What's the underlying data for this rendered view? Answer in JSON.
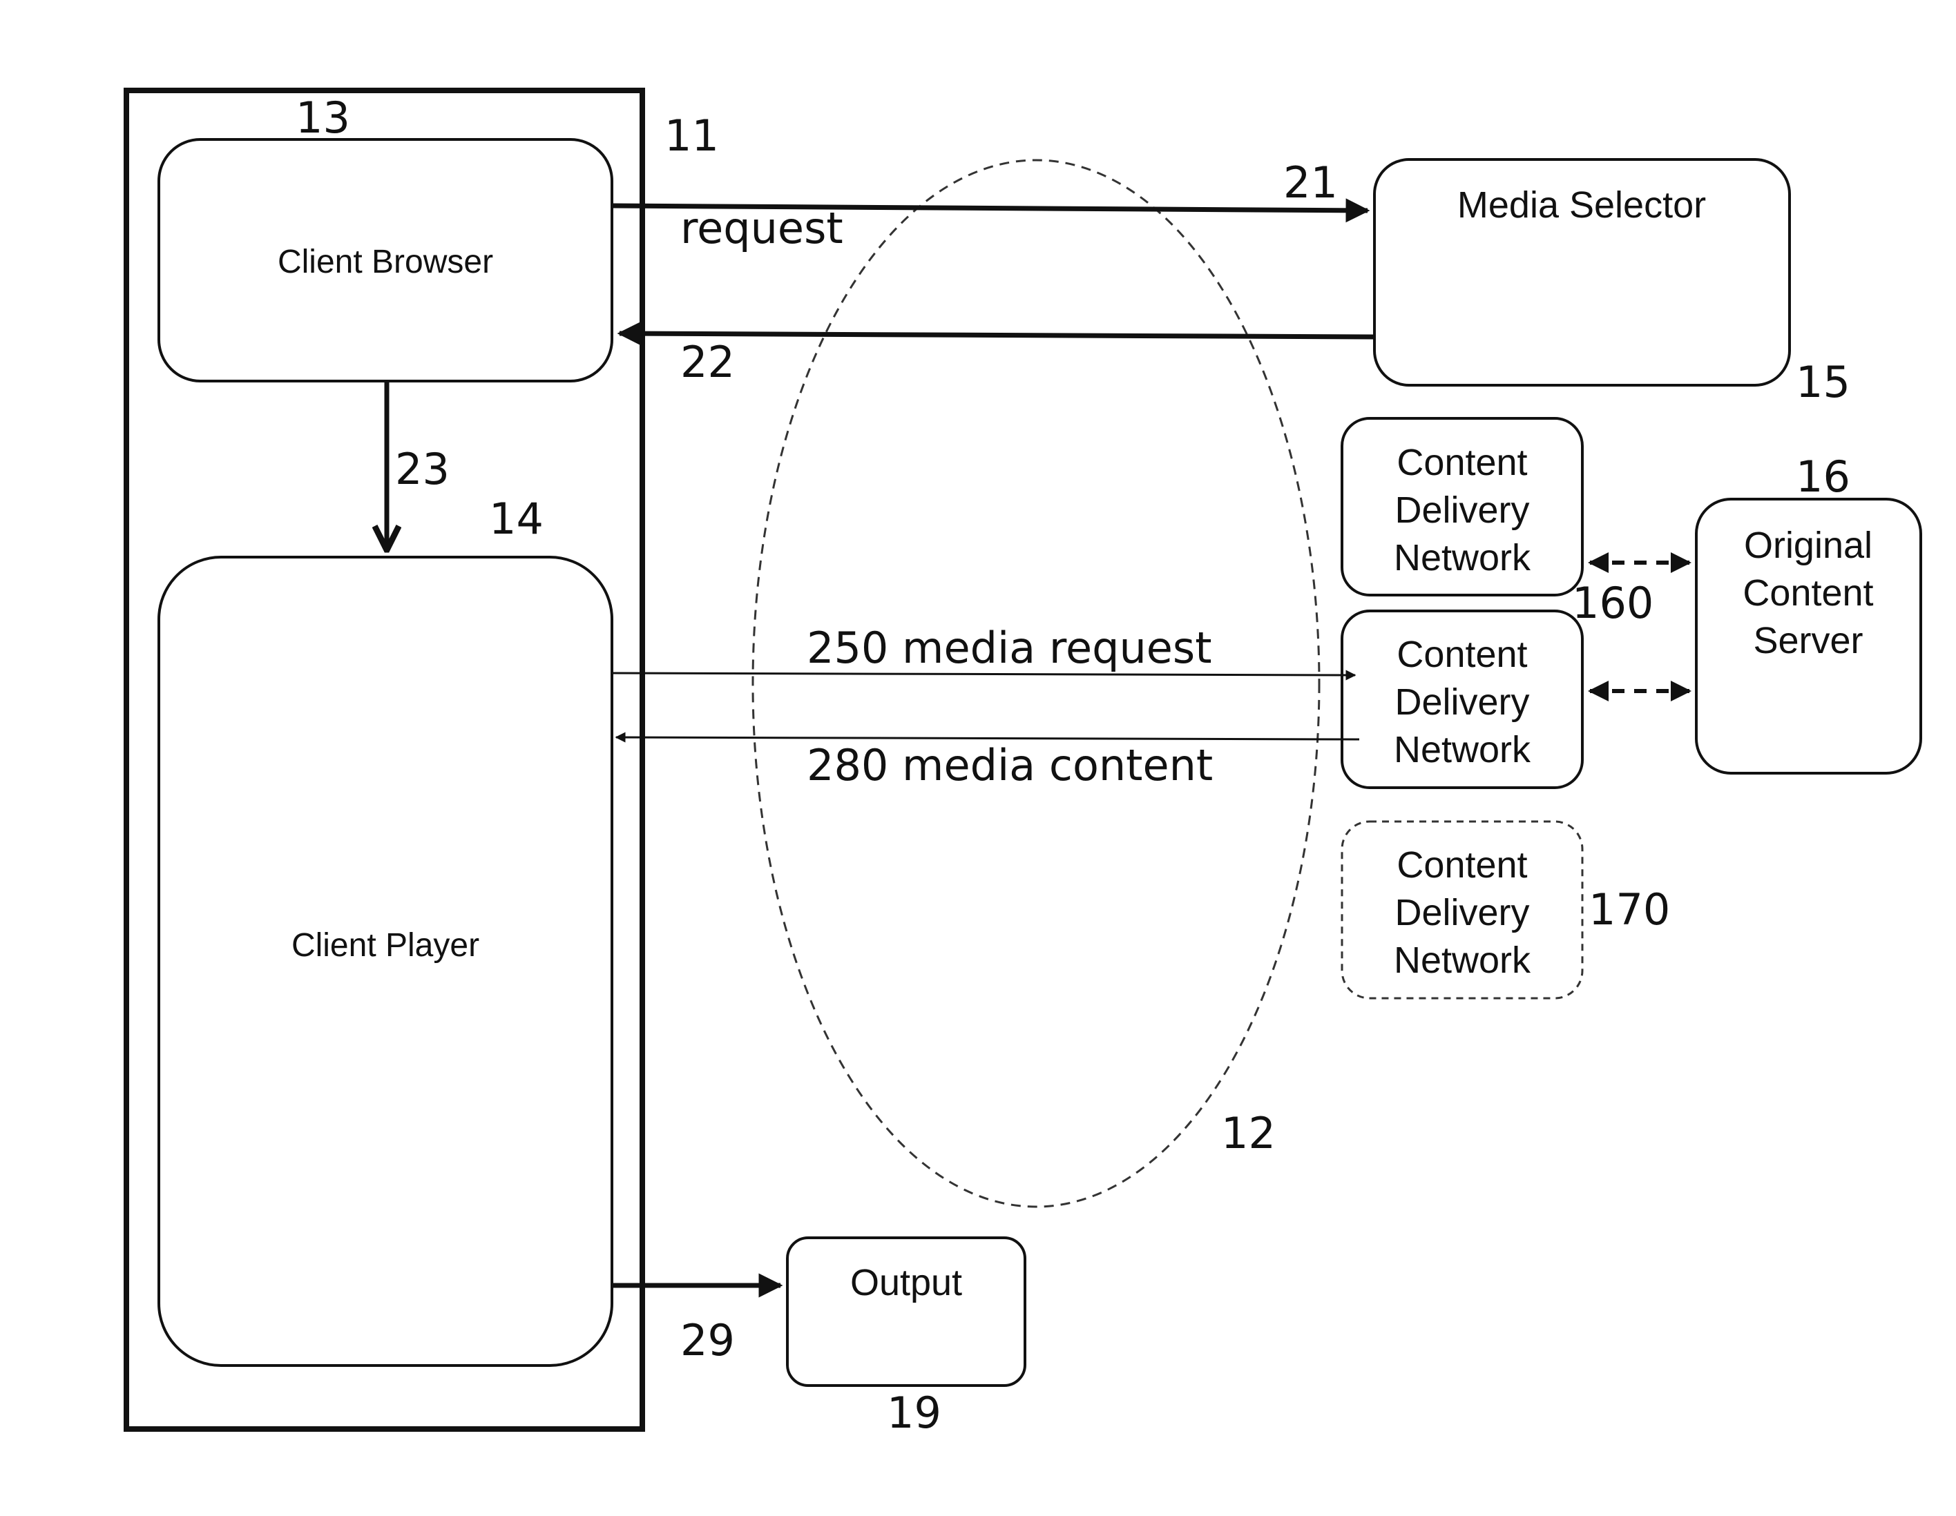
{
  "labels": {
    "client_browser": "Client Browser",
    "client_player": "Client Player",
    "media_selector": "Media Selector",
    "output": "Output",
    "cdn_line1": "Content",
    "cdn_line2": "Delivery",
    "cdn_line3": "Network",
    "ocs_line1": "Original",
    "ocs_line2": "Content",
    "ocs_line3": "Server",
    "request": "request",
    "media_request": "250 media request",
    "media_content": "280 media content"
  },
  "refs": {
    "r11": "11",
    "r12": "12",
    "r13": "13",
    "r14": "14",
    "r15": "15",
    "r16": "16",
    "r19": "19",
    "r21": "21",
    "r22": "22",
    "r23": "23",
    "r29": "29",
    "r160": "160",
    "r170": "170"
  }
}
